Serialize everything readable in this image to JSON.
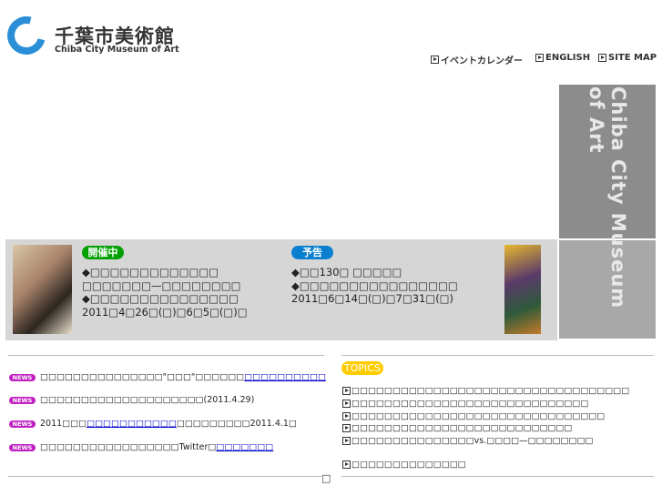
{
  "header": {
    "logo_jp": "千葉市美術館",
    "logo_en": "Chiba City Museum of Art",
    "nav": [
      {
        "label": "イベントカレンダー",
        "icon": "arrow-right-icon"
      },
      {
        "label": "ENGLISH",
        "icon": "arrow-right-icon"
      },
      {
        "label": "SITE MAP",
        "icon": "arrow-right-icon"
      }
    ]
  },
  "side_banner": "Chiba City Museum of Art",
  "exhibitions": {
    "current": {
      "badge": "開催中",
      "line1": "◆□□□□□□□□□□□□□",
      "line2": "□□□□□□□—□□□□□□□□",
      "line3": "◆□□□□□□□□□□□□□□□",
      "dates": "2011□4□26□(□)□6□5□(□)□"
    },
    "upcoming": {
      "badge": "予告",
      "line1": "◆□□130□ □□□□□",
      "line2": "◆□□□□□□□□□□□□□□□□",
      "dates": "2011□6□14□(□)□7□31□(□)"
    }
  },
  "news": {
    "badge": "NEWS",
    "items": [
      {
        "text": "□□□□□□□□□□□□□□□\"□□□\"□□□□□□",
        "link": "□□□□□□□□□□"
      },
      {
        "text": "□□□□□□□□□□□□□□□□□□□□(2011.4.29)",
        "link": ""
      },
      {
        "text": "2011□□□",
        "link": "□□□□□□□□□□□",
        "tail": "□□□□□□□□□2011.4.1□"
      },
      {
        "text": "□□□□□□□□□□□□□□□□□Twitter□",
        "link": "□□□□□□□"
      }
    ]
  },
  "topics": {
    "badge": "TOPICS",
    "items": [
      "□□□□□□□□□□□□□□□□□□□□□□□□□□□□□□□□□□",
      "□□□□□□□□□□□□□□□□□□□□□□□□□□□□□",
      "□□□□□□□□□□□□□□□□□□□□□□□□□□□□□□□",
      "□□□□□□□□□□□□□□□□□□□□□□□□□□□",
      "□□□□□□□□□□□□□□□vs.□□□□—□□□□□□□□",
      "□□□□□□□□□□□□□□"
    ]
  },
  "footer_glyph": "□",
  "colors": {
    "accent": "#2a8fd6",
    "current_badge": "#00a000",
    "upcoming_badge": "#0a7fd0",
    "news_badge": "#c020c0",
    "topics_badge": "#ffcc00",
    "link": "#0000cc"
  }
}
